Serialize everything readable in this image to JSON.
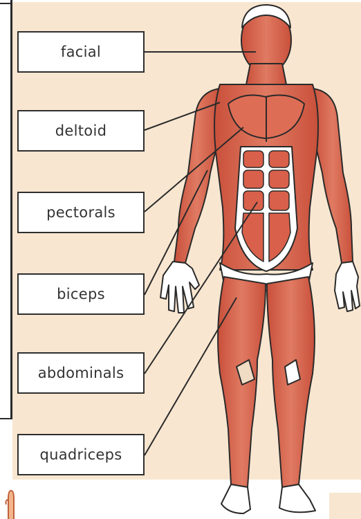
{
  "labels": [
    {
      "id": "facial",
      "text": "facial"
    },
    {
      "id": "deltoid",
      "text": "deltoid"
    },
    {
      "id": "pectorals",
      "text": "pectorals"
    },
    {
      "id": "biceps",
      "text": "biceps"
    },
    {
      "id": "abdominals",
      "text": "abdominals"
    },
    {
      "id": "quadriceps",
      "text": "quadriceps"
    }
  ],
  "colors": {
    "background": "#f8e6d0",
    "muscle": "#d9604a",
    "muscle_dark": "#b8432f",
    "tendon": "#ffffff",
    "line": "#2a2a2a"
  }
}
